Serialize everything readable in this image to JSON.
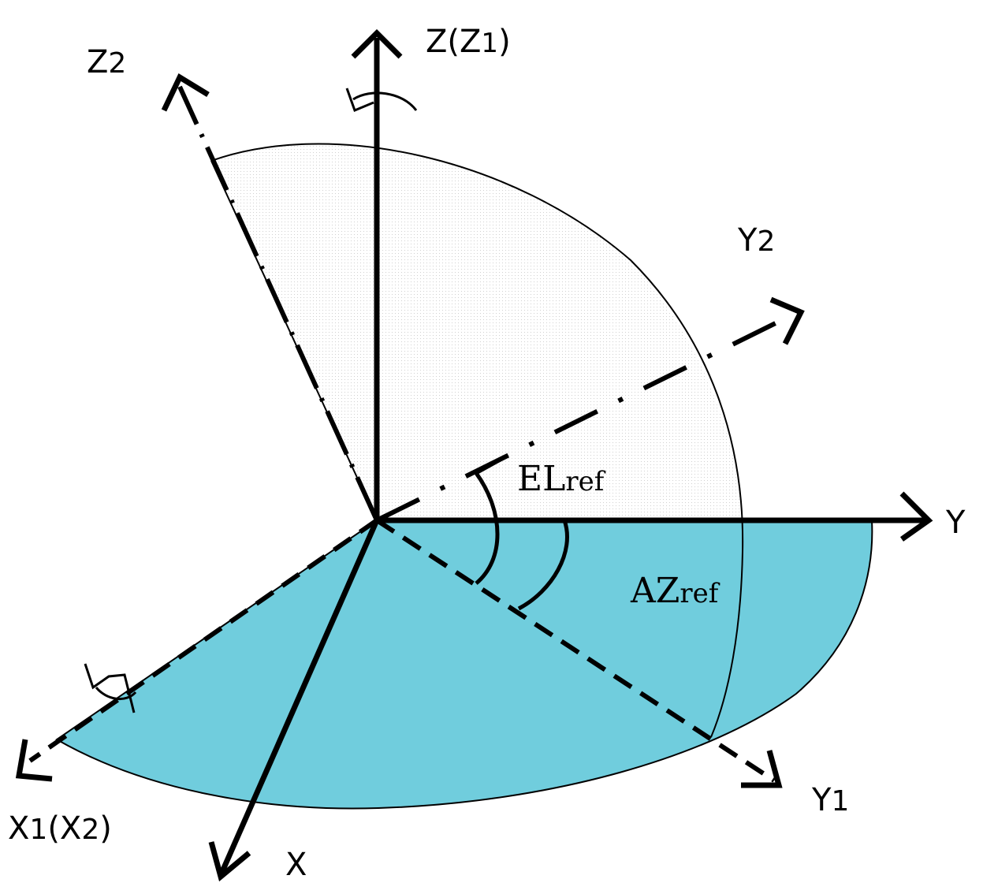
{
  "labels": {
    "z": "Z(Z",
    "z_sub": "1",
    "z_close": ")",
    "z2": "Z",
    "z2_sub": "2",
    "y": "Y",
    "y1": "Y",
    "y1_sub": "1",
    "y2": "Y",
    "y2_sub": "2",
    "x": "X",
    "x1": "X",
    "x1_sub": "1",
    "x2_open": "(X",
    "x2_sub": "2",
    "x2_close": ")",
    "el": "EL",
    "el_sub": "ref",
    "az": "AZ",
    "az_sub": "ref"
  },
  "colors": {
    "ground_fill": "#70CDDD",
    "elevation_fill": "#F2F2F2",
    "line": "#000000"
  }
}
